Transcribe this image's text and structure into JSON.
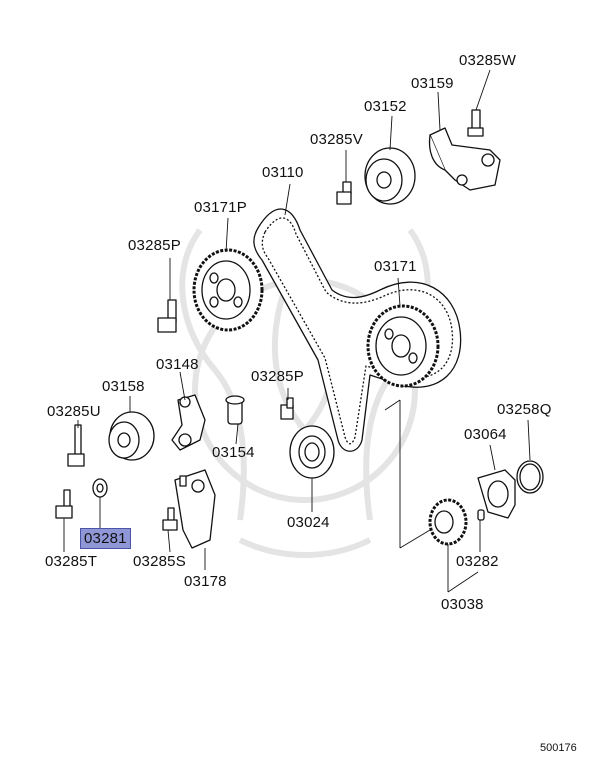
{
  "diagram": {
    "labels": {
      "p03285W": "03285W",
      "p03159": "03159",
      "p03152": "03152",
      "p03285V": "03285V",
      "p03110": "03110",
      "p03171P": "03171P",
      "p03285P_top": "03285P",
      "p03171": "03171",
      "p03148": "03148",
      "p03158": "03158",
      "p03285P_mid": "03285P",
      "p03285U": "03285U",
      "p03258Q": "03258Q",
      "p03064": "03064",
      "p03154": "03154",
      "p03024": "03024",
      "p03281": "03281",
      "p03285T": "03285T",
      "p03285S": "03285S",
      "p03178": "03178",
      "p03282": "03282",
      "p03038": "03038"
    },
    "highlighted": "03281",
    "diagram_code": "500176",
    "colors": {
      "line": "#111111",
      "highlight": "#8f97d6",
      "watermark": "#d8d8d8"
    }
  }
}
